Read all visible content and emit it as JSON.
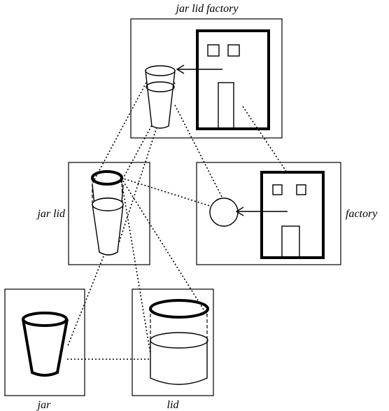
{
  "labels": {
    "jar_lid_factory": "jar lid factory",
    "jar_lid": "jar lid",
    "factory": "factory",
    "jar": "jar",
    "lid": "lid"
  }
}
